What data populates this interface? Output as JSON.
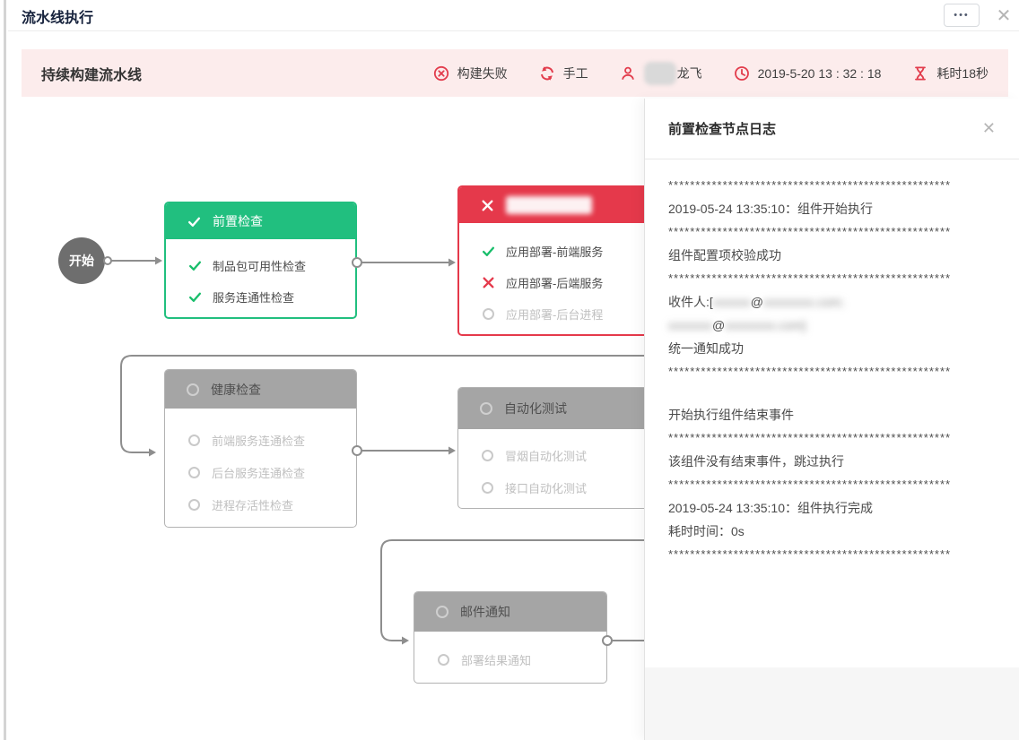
{
  "window": {
    "title": "流水线执行",
    "more_button_label": "•••",
    "close_icon": "✕"
  },
  "status_bar": {
    "pipeline_name": "持续构建流水线",
    "build_status_label": "构建失败",
    "trigger_label": "手工",
    "executor_visible_name": "龙飞",
    "executor_masked": true,
    "start_time": "2019-5-20 13 : 32 : 18",
    "duration_label": "耗时18秒"
  },
  "flow": {
    "start_label": "开始",
    "nodes": [
      {
        "title": "前置检查",
        "status": "success",
        "items": [
          {
            "label": "制品包可用性检查",
            "status": "success"
          },
          {
            "label": "服务连通性检查",
            "status": "success"
          }
        ]
      },
      {
        "title": "",
        "title_masked": true,
        "status": "failed",
        "items": [
          {
            "label": "应用部署-前端服务",
            "status": "success"
          },
          {
            "label": "应用部署-后端服务",
            "status": "failed"
          },
          {
            "label": "应用部署-后台进程",
            "status": "pending"
          }
        ]
      },
      {
        "title": "健康检查",
        "status": "pending",
        "items": [
          {
            "label": "前端服务连通检查",
            "status": "pending"
          },
          {
            "label": "后台服务连通检查",
            "status": "pending"
          },
          {
            "label": "进程存活性检查",
            "status": "pending"
          }
        ]
      },
      {
        "title": "自动化测试",
        "status": "pending",
        "items": [
          {
            "label": "冒烟自动化测试",
            "status": "pending"
          },
          {
            "label": "接口自动化测试",
            "status": "pending"
          }
        ]
      },
      {
        "title": "邮件通知",
        "status": "pending",
        "items": [
          {
            "label": "部署结果通知",
            "status": "pending"
          }
        ]
      }
    ]
  },
  "log_panel": {
    "title": "前置检查节点日志",
    "close_icon": "✕",
    "stars": "****************************************************",
    "lines": {
      "start": "2019-05-24 13:35:10：组件开始执行",
      "config_ok": "组件配置项校验成功",
      "recipient_prefix": "收件人:[",
      "recipient_masked_user1": "xxxxxx",
      "recipient_at1": "@",
      "recipient_masked_domain1": "xxxxxxxx.com;",
      "recipient_masked_user2": "xxxxxxx",
      "recipient_at2": "@",
      "recipient_masked_domain2": "xxxxxxxx.com]",
      "notify_ok": "统一通知成功",
      "end_event_start": "开始执行组件结束事件",
      "no_end_event": "该组件没有结束事件，跳过执行",
      "complete": "2019-05-24 13:35:10：组件执行完成",
      "elapsed": "耗时时间：0s"
    }
  },
  "colors": {
    "success_green": "#21bf7f",
    "check_green": "#19be6b",
    "error_red": "#e5394b",
    "accent_red": "#e23c4c",
    "pending_gray": "#a5a5a5",
    "status_bar_bg": "#fcecec",
    "line_gray": "#8e8e8e"
  }
}
